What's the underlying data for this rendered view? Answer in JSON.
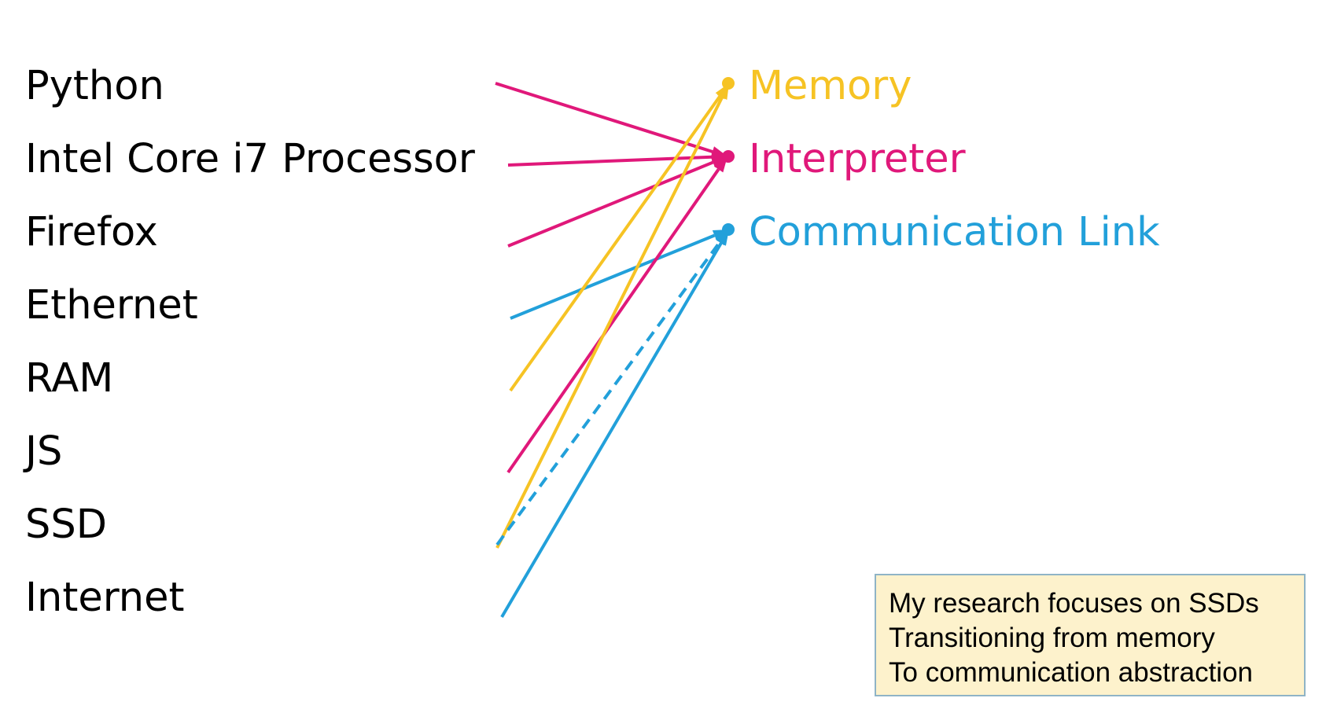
{
  "left_items": [
    "Python",
    "Intel Core i7 Processor",
    "Firefox",
    "Ethernet",
    "RAM",
    "JS",
    "SSD",
    "Internet"
  ],
  "right_items": [
    {
      "label": "Memory",
      "color": "#f6c324"
    },
    {
      "label": "Interpreter",
      "color": "#e0187a"
    },
    {
      "label": "Communication Link",
      "color": "#22a0da"
    }
  ],
  "mappings": [
    {
      "from": "Python",
      "to": "Interpreter",
      "color": "#e0187a",
      "style": "solid"
    },
    {
      "from": "Intel Core i7 Processor",
      "to": "Interpreter",
      "color": "#e0187a",
      "style": "solid"
    },
    {
      "from": "Firefox",
      "to": "Interpreter",
      "color": "#e0187a",
      "style": "solid"
    },
    {
      "from": "Ethernet",
      "to": "Communication Link",
      "color": "#22a0da",
      "style": "solid"
    },
    {
      "from": "RAM",
      "to": "Memory",
      "color": "#f6c324",
      "style": "solid"
    },
    {
      "from": "JS",
      "to": "Interpreter",
      "color": "#e0187a",
      "style": "solid"
    },
    {
      "from": "SSD",
      "to": "Memory",
      "color": "#f6c324",
      "style": "solid"
    },
    {
      "from": "SSD",
      "to": "Communication Link",
      "color": "#22a0da",
      "style": "dashed"
    },
    {
      "from": "Internet",
      "to": "Communication Link",
      "color": "#22a0da",
      "style": "solid"
    }
  ],
  "note": {
    "lines": [
      "My research focuses on SSDs",
      "Transitioning from memory",
      "To communication abstraction"
    ]
  }
}
